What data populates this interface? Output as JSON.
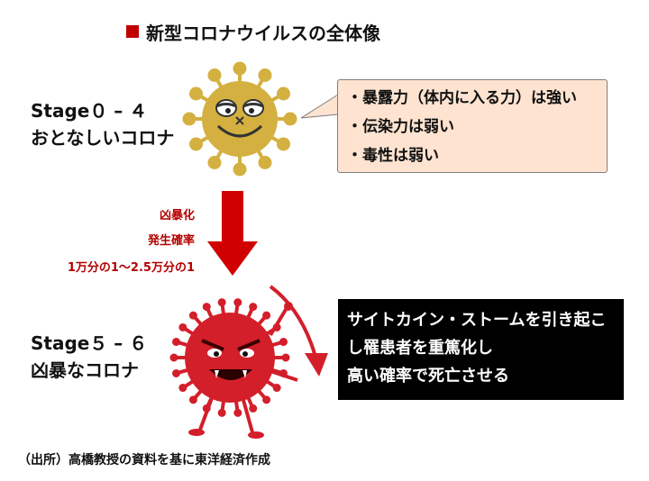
{
  "title": "新型コロナウイルスの全体像",
  "stage_mild": {
    "line1": "Stage０ – ４",
    "line2": "おとなしいコロナ"
  },
  "stage_severe": {
    "line1": "Stage５ – ６",
    "line2": "凶暴なコロナ"
  },
  "mild_traits": [
    "・暴露力（体内に入る力）は強い",
    "・伝染力は弱い",
    "・毒性は弱い"
  ],
  "transition": {
    "label": "凶暴化",
    "probability_label": "発生確率",
    "probability_value": "1万分の1～2.5万分の1"
  },
  "severe_effects": [
    "サイトカイン・ストームを引き起こ",
    "し罹患者を重篤化し",
    "高い確率で死亡させる"
  ],
  "source": "（出所）高橋教授の資料を基に東洋経済作成",
  "colors": {
    "title_marker": "#c00000",
    "mild_virus": "#d4b040",
    "severe_virus": "#d31f2a",
    "arrow": "#d00000",
    "callout_bg": "#fde3d0",
    "note_text": "#b30000",
    "effects_bg": "#000000"
  },
  "icons": {
    "mild_virus": "smiling-virus-icon",
    "severe_virus": "angry-virus-icon",
    "transition_arrow": "down-arrow-icon"
  }
}
